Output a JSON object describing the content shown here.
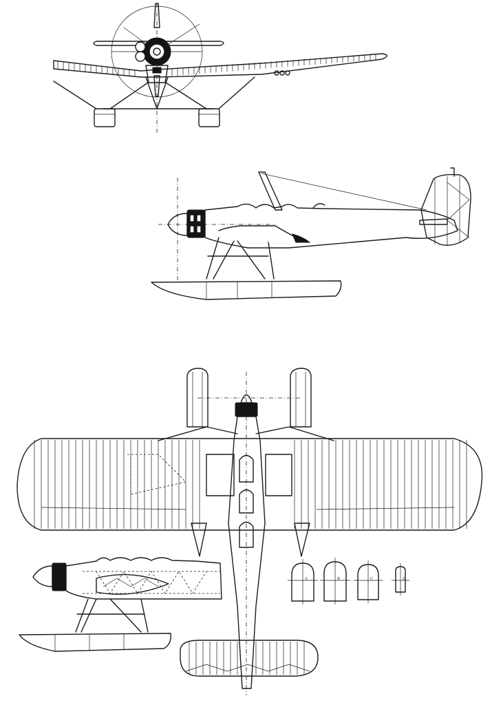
{
  "drawing": {
    "views": [
      {
        "id": "front",
        "name": "front-view"
      },
      {
        "id": "side",
        "name": "side-view"
      },
      {
        "id": "plan",
        "name": "plan-view"
      },
      {
        "id": "section",
        "name": "side-cutaway-view"
      }
    ],
    "section_labels": [
      "A",
      "B",
      "C",
      "D"
    ],
    "colors": {
      "ink": "#1a1a1a",
      "paper": "#ffffff"
    }
  }
}
